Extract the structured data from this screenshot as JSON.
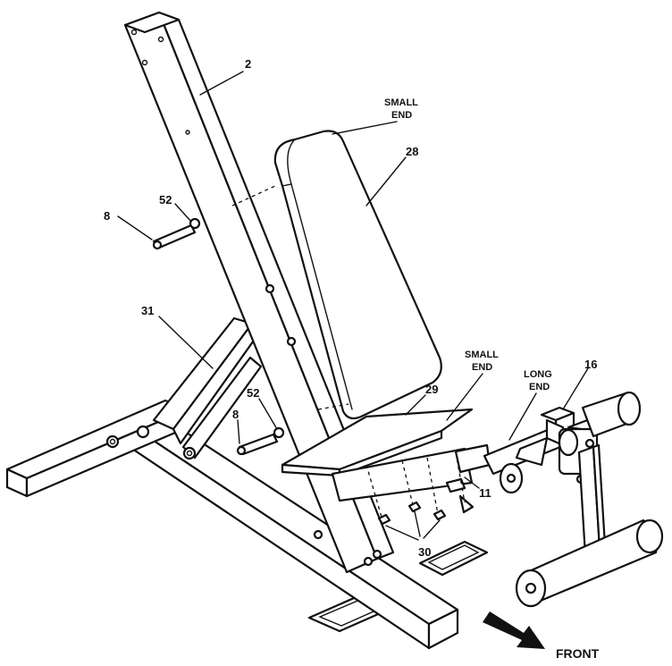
{
  "callouts": {
    "c2": "2",
    "c8a": "8",
    "c52a": "52",
    "c28": "28",
    "c31": "31",
    "c52b": "52",
    "c8b": "8",
    "c29": "29",
    "c11": "11",
    "c30": "30",
    "c16": "16"
  },
  "notes": {
    "small_end_1_line1": "SMALL",
    "small_end_1_line2": "END",
    "small_end_2_line1": "SMALL",
    "small_end_2_line2": "END",
    "long_end_line1": "LONG",
    "long_end_line2": "END"
  },
  "direction": {
    "front": "FRONT"
  }
}
